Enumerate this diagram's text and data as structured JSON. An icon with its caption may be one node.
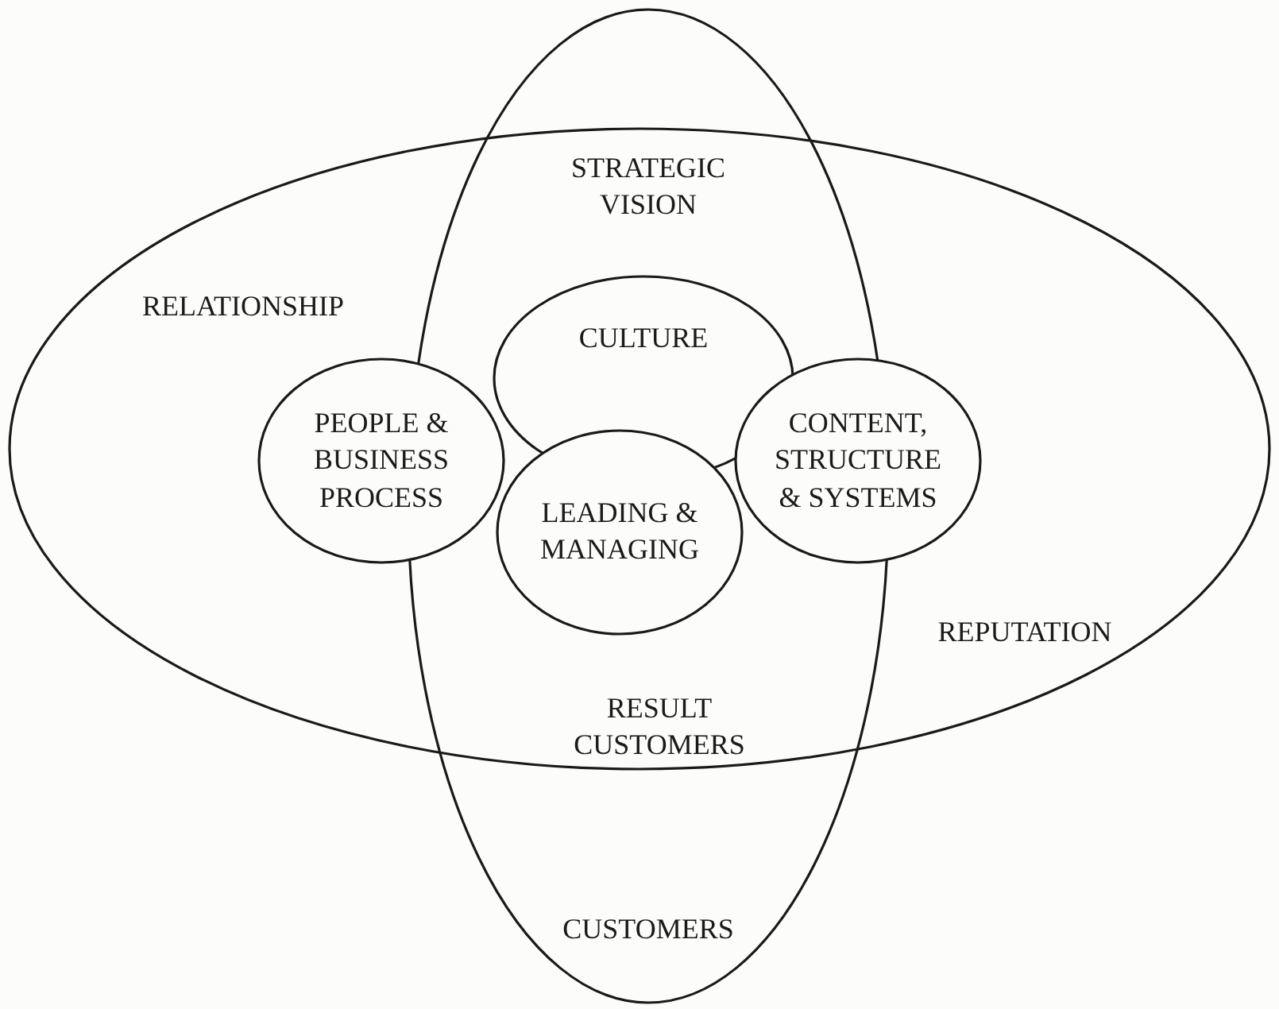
{
  "diagram": {
    "nodes": [
      {
        "text": [
          "RELATIONSHIP",
          "REPUTATION"
        ]
      },
      {
        "text": [
          "STRATEGIC VISION",
          "RESULT CUSTOMERS",
          "CUSTOMERS"
        ]
      },
      {
        "text": [
          "CULTURE"
        ]
      },
      {
        "text": [
          "PEOPLE & BUSINESS PROCESS"
        ],
        "in": 0
      },
      {
        "text": [
          "CONTENT, STRUCTURE & SYSTEMS"
        ],
        "in": 0
      },
      {
        "text": [
          "LEADING & MANAGING"
        ]
      }
    ]
  }
}
